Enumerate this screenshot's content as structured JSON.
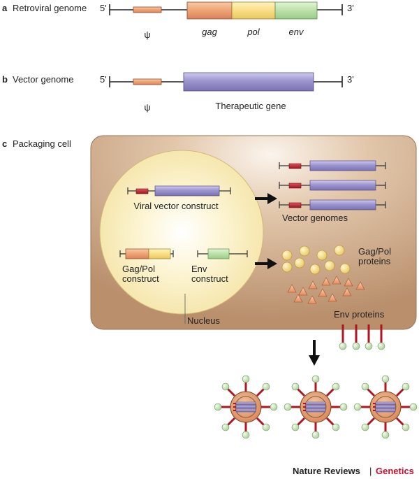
{
  "panel_a": {
    "letter": "a",
    "title": "Retroviral genome",
    "five_prime": "5'",
    "three_prime": "3'",
    "psi": "ψ",
    "gag": "gag",
    "pol": "pol",
    "env": "env"
  },
  "panel_b": {
    "letter": "b",
    "title": "Vector genome",
    "five_prime": "5'",
    "three_prime": "3'",
    "psi": "ψ",
    "therapeutic_gene": "Therapeutic gene"
  },
  "panel_c": {
    "letter": "c",
    "title": "Packaging cell",
    "viral_vector_construct": "Viral vector construct",
    "vector_genomes": "Vector genomes",
    "gagpol_construct_line1": "Gag/Pol",
    "gagpol_construct_line2": "construct",
    "env_construct_line1": "Env",
    "env_construct_line2": "construct",
    "gagpol_proteins_line1": "Gag/Pol",
    "gagpol_proteins_line2": "proteins",
    "nucleus": "Nucleus",
    "env_proteins": "Env proteins"
  },
  "footer": {
    "journal": "Nature Reviews",
    "separator": "|",
    "section": "Genetics"
  },
  "colors": {
    "psi": "#e29a6e",
    "gag": "#f0a779",
    "pol": "#fbe08a",
    "env": "#bfe3ad",
    "therapeutic": "#9d95cf",
    "cell": "#c8a07e",
    "nucleus": "#fbf1c8",
    "env_stalk": "#b01622",
    "accent": "#c8102e"
  }
}
